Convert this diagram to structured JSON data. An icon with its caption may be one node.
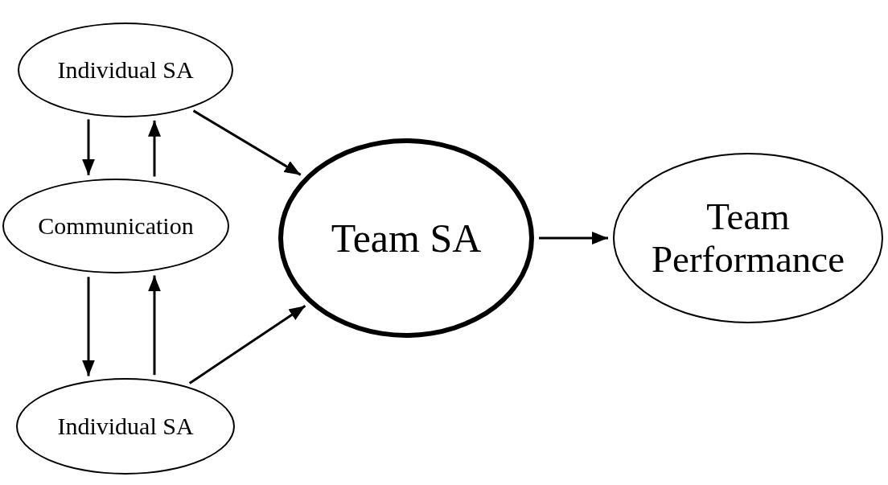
{
  "diagram": {
    "nodes": [
      {
        "text": [
          "Individual SA"
        ]
      },
      {
        "text": [
          "Communication"
        ]
      },
      {
        "text": [
          "Individual SA"
        ]
      },
      {
        "text": [
          "Team SA"
        ]
      },
      {
        "text": [
          "Team Performance"
        ]
      }
    ],
    "edges": [
      {
        "from": 0,
        "to": 1,
        "arrow": "to"
      },
      {
        "from": 1,
        "to": 0,
        "arrow": "to"
      },
      {
        "from": 1,
        "to": 2,
        "arrow": "to"
      },
      {
        "from": 2,
        "to": 1,
        "arrow": "to"
      },
      {
        "from": 0,
        "to": 3,
        "arrow": "to"
      },
      {
        "from": 2,
        "to": 3,
        "arrow": "to"
      },
      {
        "from": 3,
        "to": 4,
        "arrow": "to"
      }
    ]
  }
}
